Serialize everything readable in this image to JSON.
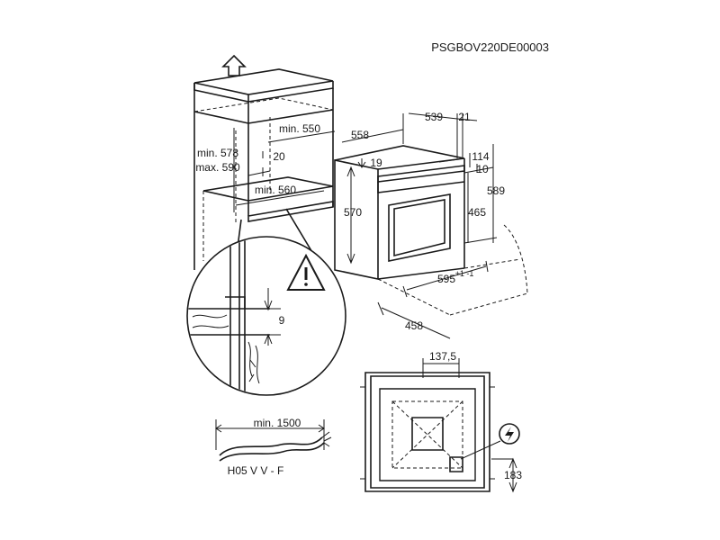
{
  "doc_code": "PSGBOV220DE00003",
  "niche": {
    "height_min": "min. 578",
    "height_max": "max. 590",
    "width_min": "min. 550",
    "depth_min": "min. 560",
    "gap": "20"
  },
  "oven": {
    "depth_total": "558",
    "depth_body": "539",
    "depth_panel": "21",
    "top_offset": "19",
    "height_body": "570",
    "top_gap": "114",
    "side_gap": "10",
    "height_inner": "465",
    "height_total": "589",
    "width": "595",
    "width_tolerance": "+1 -1",
    "depth_base": "458"
  },
  "detail": {
    "gap": "9"
  },
  "back_view": {
    "offset": "137,5",
    "socket_height": "183"
  },
  "cable": {
    "length": "min. 1500",
    "type": "H05 V V - F"
  },
  "icons": [
    "arrow-up-icon",
    "warning-icon",
    "electrical-socket-icon"
  ]
}
